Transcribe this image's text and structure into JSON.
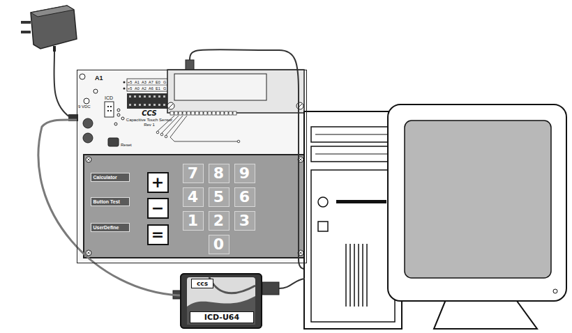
{
  "diagram": {
    "nodes": [
      {
        "text": [
          "CCS",
          "Capacitive Touch Sensor Rev 1"
        ]
      },
      {
        "text": [
          "Calculator"
        ],
        "in": 0
      },
      {
        "text": [
          "Button Test"
        ],
        "in": 0
      },
      {
        "text": [
          "UserDefine"
        ],
        "in": 0
      },
      {
        "text": [
          "+"
        ],
        "in": 0
      },
      {
        "text": [
          "−"
        ],
        "in": 0
      },
      {
        "text": [
          "="
        ],
        "in": 0
      },
      {
        "text": [
          "7"
        ],
        "in": 0
      },
      {
        "text": [
          "8"
        ],
        "in": 0
      },
      {
        "text": [
          "9"
        ],
        "in": 0
      },
      {
        "text": [
          "4"
        ],
        "in": 0
      },
      {
        "text": [
          "5"
        ],
        "in": 0
      },
      {
        "text": [
          "6"
        ],
        "in": 0
      },
      {
        "text": [
          "1"
        ],
        "in": 0
      },
      {
        "text": [
          "2"
        ],
        "in": 0
      },
      {
        "text": [
          "3"
        ],
        "in": 0
      },
      {
        "text": [
          "0"
        ],
        "in": 0
      },
      {
        "text": [
          "ccs",
          "ICD-U64"
        ]
      }
    ],
    "edges": [
      {
        "from": 17,
        "to": 0,
        "arrow": "none"
      }
    ],
    "labels": [
      "9 VDC",
      "A1",
      "ICD",
      "+5",
      "A1",
      "A3",
      "A7",
      "E0",
      "G",
      "+5",
      "A0",
      "A2",
      "A6",
      "E1",
      "G",
      "Reset"
    ]
  }
}
